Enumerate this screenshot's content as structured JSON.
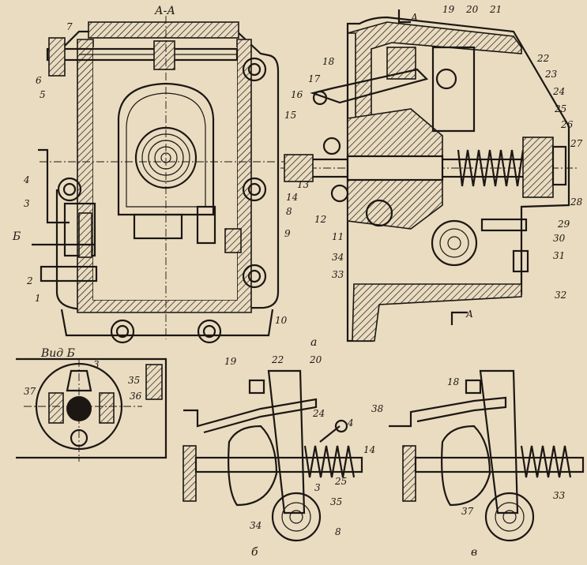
{
  "section_title": "А-А",
  "view_title": "Вид Б",
  "arrow_b": "Б",
  "arrow_a_top": "А",
  "arrow_a_bottom": "А",
  "subfigure_labels": {
    "a": "а",
    "b": "б",
    "v": "в"
  },
  "callouts_main_left": [
    "7",
    "6",
    "5",
    "4",
    "3",
    "2",
    "1",
    "8",
    "9",
    "10"
  ],
  "callouts_main_right": [
    "19",
    "20",
    "21",
    "18",
    "17",
    "16",
    "15",
    "13",
    "14",
    "12",
    "11",
    "22",
    "23",
    "24",
    "25",
    "26",
    "27",
    "28",
    "29",
    "30",
    "31",
    "32",
    "33",
    "34"
  ],
  "callouts_view_b": [
    "3",
    "35",
    "37",
    "36"
  ],
  "callouts_sub_b": [
    "19",
    "22",
    "20",
    "24",
    "4",
    "14",
    "3",
    "25",
    "35",
    "34",
    "8"
  ],
  "callouts_sub_v": [
    "18",
    "38",
    "33",
    "37"
  ],
  "colors": {
    "paper": "#e9dcc1",
    "ink": "#1c1712"
  }
}
